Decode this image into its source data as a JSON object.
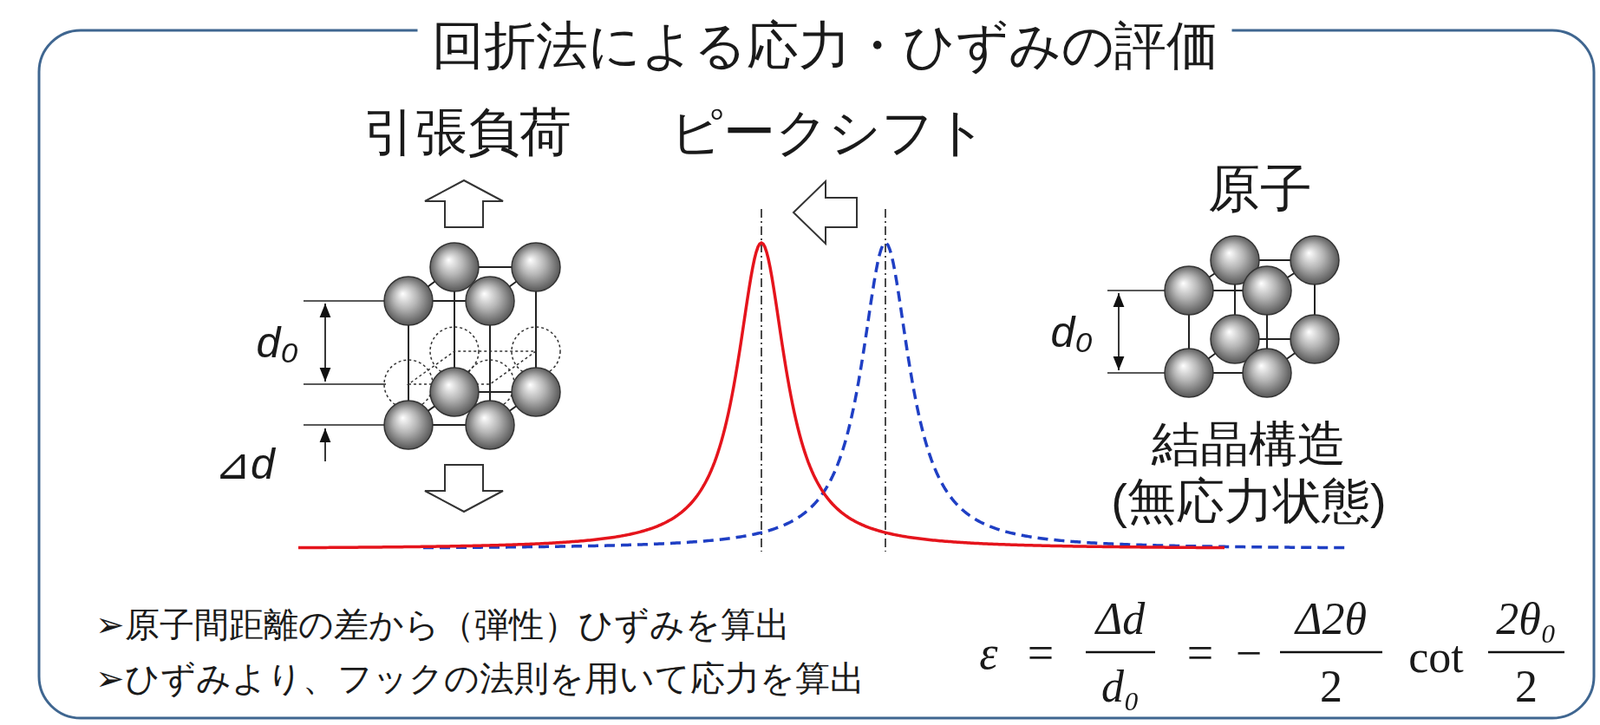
{
  "diagram": {
    "title": "回折法による応力・ひずみの評価",
    "labels": [
      "引張負荷",
      "ピークシフト",
      "原子",
      "d₀",
      "⊿d",
      "d₀",
      "結晶構造 (無応力状態)",
      "➢原子間距離の差から（弾性）ひずみを算出",
      "➢ひずみより、フックの法則を用いて応力を算出",
      "ε",
      "=",
      "Δd",
      "d₀",
      "=",
      "−",
      "Δ2θ",
      "2",
      "cot",
      "2θ₀",
      "2"
    ]
  }
}
